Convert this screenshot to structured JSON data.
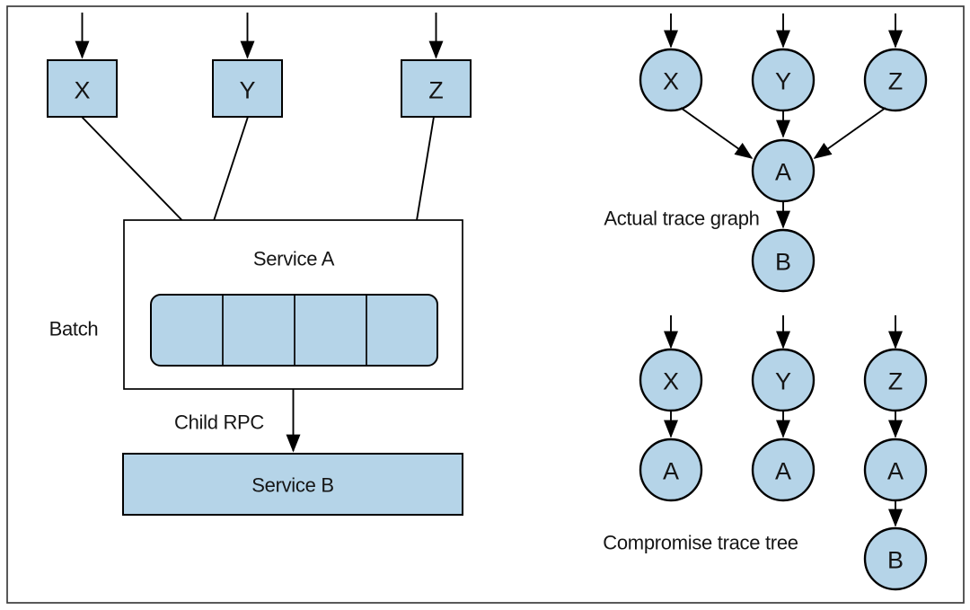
{
  "colors": {
    "node_fill": "#b5d4e8",
    "line": "#000000",
    "frame": "#3c3c3c",
    "text": "#151515"
  },
  "left": {
    "sources": [
      {
        "label": "X"
      },
      {
        "label": "Y"
      },
      {
        "label": "Z"
      }
    ],
    "service_a_label": "Service A",
    "batch_label": "Batch",
    "batch_slots": 4,
    "child_rpc_label": "Child RPC",
    "service_b_label": "Service B",
    "edges": [
      "X->batch-slot-2",
      "Y->batch-slot-1",
      "Z->batch-slot-4",
      "ServiceA->ServiceB"
    ]
  },
  "actual": {
    "caption": "Actual trace graph",
    "nodes": {
      "x": "X",
      "y": "Y",
      "z": "Z",
      "a": "A",
      "b": "B"
    },
    "edges": [
      "X->A",
      "Y->A",
      "Z->A",
      "A->B"
    ]
  },
  "compromise": {
    "caption": "Compromise trace tree",
    "columns": [
      {
        "root": "X",
        "child": "A"
      },
      {
        "root": "Y",
        "child": "A"
      },
      {
        "root": "Z",
        "child": "A",
        "leaf": "B"
      }
    ],
    "edges": [
      "X->A",
      "Y->A",
      "Z->A",
      "A->B"
    ]
  }
}
